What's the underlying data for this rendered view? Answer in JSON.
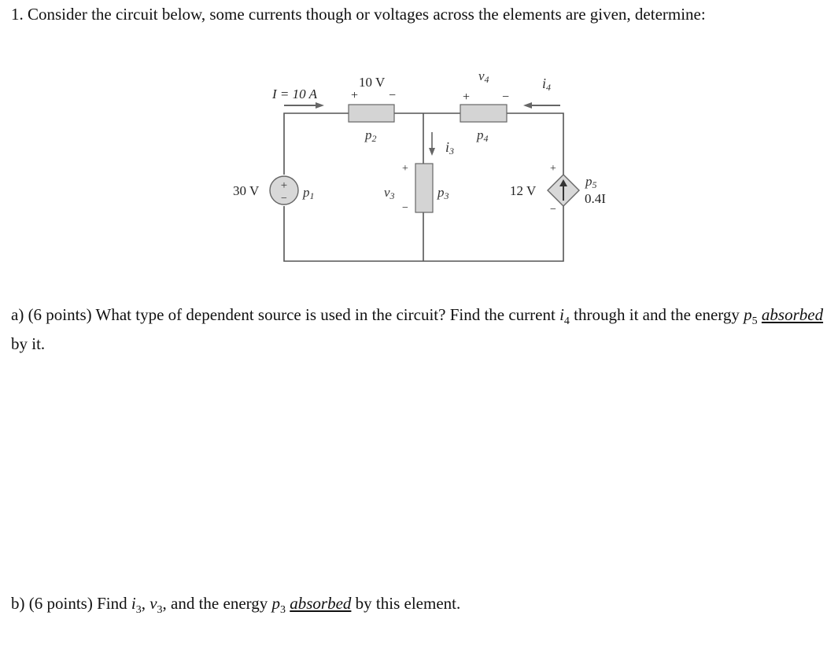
{
  "problem": {
    "title": "1. Consider the circuit below, some currents though or voltages across the elements are given, determine:"
  },
  "circuit": {
    "current_I": "I = 10 A",
    "source_voltage": "30 V",
    "source_plus": "+",
    "source_minus": "−",
    "p1": "p",
    "p1_sub": "1",
    "v2": "10 V",
    "v2_plus": "+",
    "v2_minus": "−",
    "p2": "p",
    "p2_sub": "2",
    "v4": "v",
    "v4_sub": "4",
    "v4_plus": "+",
    "v4_minus": "−",
    "p4": "p",
    "p4_sub": "4",
    "i4": "i",
    "i4_sub": "4",
    "i3": "i",
    "i3_sub": "3",
    "v3": "v",
    "v3_sub": "3",
    "v3_plus": "+",
    "v3_minus": "−",
    "p3": "p",
    "p3_sub": "3",
    "v5": "12 V",
    "v5_plus": "+",
    "v5_minus": "−",
    "p5": "p",
    "p5_sub": "5",
    "dep_value": "0.4I"
  },
  "part_a": {
    "label": "a) (6 points) What type of dependent source is used in the circuit? Find the current ",
    "sym": "i",
    "sym_sub": "4",
    "middle": " through it and the energy ",
    "sym2": "p",
    "sym2_sub": "5",
    "sp": " ",
    "emph": "absorbed",
    "end": " by it."
  },
  "part_b": {
    "label": "b) (6 points) Find ",
    "s1": "i",
    "s1_sub": "3",
    "comma1": ", ",
    "s2": "v",
    "s2_sub": "3",
    "mid": ", and the energy ",
    "s3": "p",
    "s3_sub": "3",
    "sp": " ",
    "emph": "absorbed",
    "end": " by this element."
  }
}
